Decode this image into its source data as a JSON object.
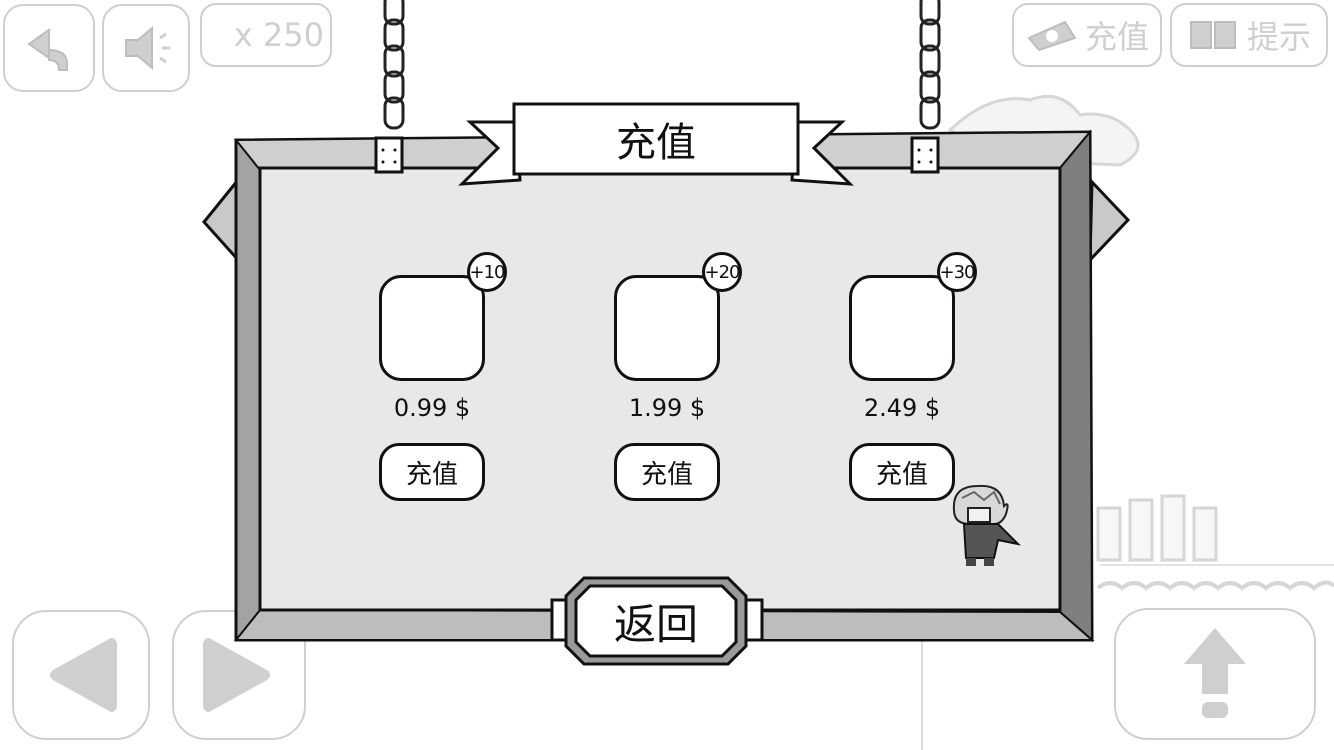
{
  "hud": {
    "coins": "x 250",
    "recharge_label": "充值",
    "hint_label": "提示"
  },
  "dialog": {
    "title": "充值",
    "back_label": "返回",
    "tiers": [
      {
        "bonus": "+10",
        "price": "0.99 $",
        "button": "充值"
      },
      {
        "bonus": "+20",
        "price": "1.99 $",
        "button": "充值"
      },
      {
        "bonus": "+30",
        "price": "2.49 $",
        "button": "充值"
      }
    ]
  },
  "icons": {
    "back": "undo-arrow-icon",
    "sound": "speaker-icon",
    "recharge": "money-icon",
    "hint": "book-icon",
    "left": "left-arrow-icon",
    "right": "right-arrow-icon",
    "jump": "up-arrow-icon"
  },
  "colors": {
    "frame": "#9a9a9a",
    "panel": "#e8e8e8",
    "ghost": "#cfcfcf",
    "ink": "#111111"
  }
}
